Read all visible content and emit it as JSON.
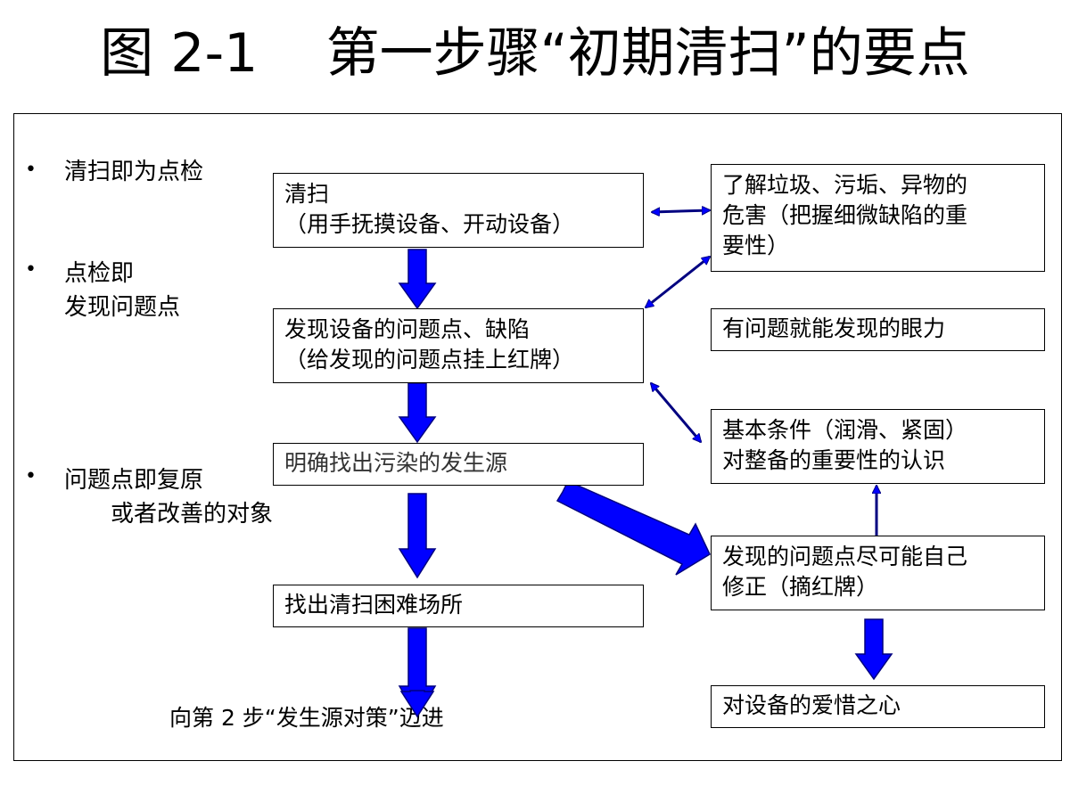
{
  "title": "图 2-1    第一步骤“初期清扫”的要点",
  "side_notes": [
    {
      "bullet": "•",
      "lines": [
        "清扫即为点检"
      ]
    },
    {
      "bullet": "•",
      "lines": [
        "点检即",
        "发现问题点"
      ]
    },
    {
      "bullet": "•",
      "lines": [
        "问题点即复原",
        "或者改善的对象"
      ]
    }
  ],
  "main_steps": [
    {
      "lines": [
        "清扫",
        "（用手抚摸设备、开动设备）"
      ]
    },
    {
      "lines": [
        "发现设备的问题点、缺陷",
        "（给发现的问题点挂上红牌）"
      ]
    },
    {
      "lines": [
        "明确找出污染的发生源"
      ]
    },
    {
      "lines": [
        "找出清扫困难场所"
      ]
    }
  ],
  "right_boxes": [
    {
      "lines": [
        "了解垃圾、污垢、异物的",
        "危害（把握细微缺陷的重",
        "要性）"
      ]
    },
    {
      "lines": [
        "有问题就能发现的眼力"
      ]
    },
    {
      "lines": [
        "基本条件（润滑、紧固）",
        "对整备的重要性的认识"
      ]
    },
    {
      "lines": [
        "发现的问题点尽可能自己",
        "修正（摘红牌）"
      ]
    },
    {
      "lines": [
        "对设备的爱惜之心"
      ]
    }
  ],
  "footer": "向第 2 步“发生源对策”迈进",
  "colors": {
    "arrow_fill": "#0000ff",
    "arrow_stroke": "#000080",
    "border": "#000000"
  }
}
